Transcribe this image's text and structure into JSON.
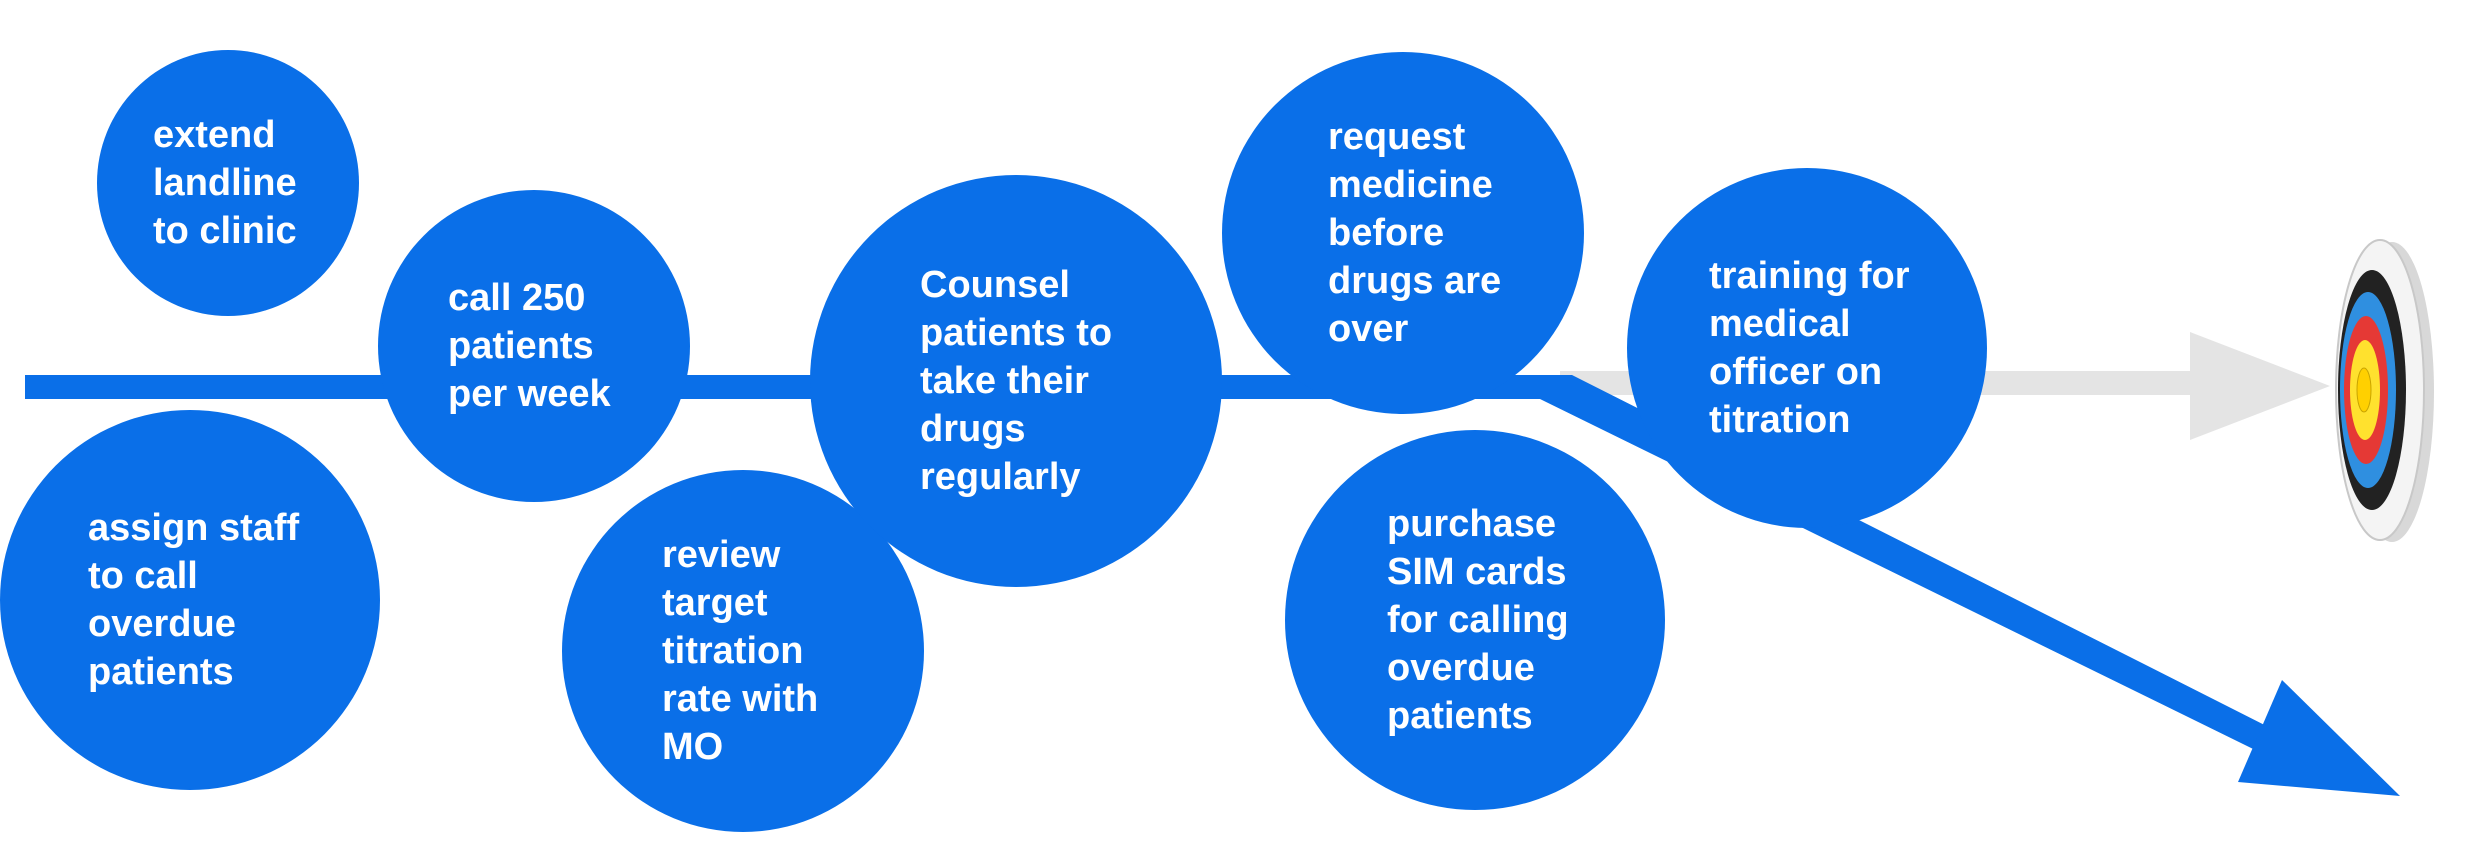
{
  "colors": {
    "bubble_fill": "#0a6fe8",
    "bubble_text": "#ffffff",
    "main_arrow": "#0a6fe8",
    "goal_arrow": "#e4e4e4",
    "target_rings": [
      "#f4f4f4",
      "#222222",
      "#2f8fe0",
      "#e53935",
      "#ffe12e"
    ]
  },
  "diagram": {
    "main_arrow": {
      "direction": "left-to-right, deflected downward",
      "icon": "arrow-icon"
    },
    "goal_arrow": {
      "direction": "left-to-right toward target",
      "icon": "arrow-icon"
    },
    "goal": {
      "icon": "archery-target-icon"
    },
    "actions": [
      {
        "id": "extend-landline",
        "text": "extend\nlandline\nto clinic"
      },
      {
        "id": "call-250",
        "text": "call 250\npatients\nper week"
      },
      {
        "id": "assign-staff",
        "text": "assign staff\nto call\noverdue\npatients"
      },
      {
        "id": "review-target",
        "text": "review\ntarget\ntitration\nrate with\nMO"
      },
      {
        "id": "counsel-patients",
        "text": "Counsel\npatients to\ntake their\ndrugs\nregularly"
      },
      {
        "id": "request-medicine",
        "text": "request\nmedicine\nbefore\ndrugs are\nover"
      },
      {
        "id": "purchase-sim",
        "text": "purchase\nSIM cards\nfor calling\noverdue\npatients"
      },
      {
        "id": "training-mo",
        "text": "training for\nmedical\nofficer on\ntitration"
      }
    ]
  }
}
